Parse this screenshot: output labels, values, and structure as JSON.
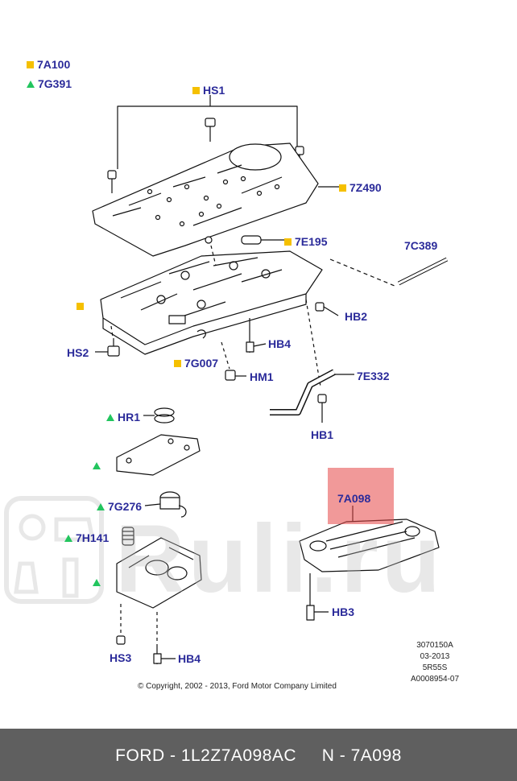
{
  "legend": {
    "square_code": "7A100",
    "triangle_code": "7G391"
  },
  "labels": {
    "hs1": "HS1",
    "z490": "7Z490",
    "e195": "7E195",
    "c389": "7C389",
    "hb2": "HB2",
    "hs2": "HS2",
    "hb4a": "HB4",
    "g007": "7G007",
    "hm1": "HM1",
    "e332": "7E332",
    "hb1": "HB1",
    "hr1": "HR1",
    "g276": "7G276",
    "h141": "7H141",
    "a098": "7A098",
    "hb3": "HB3",
    "hs3": "HS3",
    "hb4b": "HB4"
  },
  "meta_lines": [
    "3070150A",
    "03-2013",
    "5R55S",
    "A0008954-07"
  ],
  "copyright": "© Copyright, 2002 - 2013, Ford Motor Company Limited",
  "watermark": "Ruli.ru",
  "footer": "FORD - 1L2Z7A098AC     N - 7A098",
  "colors": {
    "label": "#2b2b9a",
    "square_marker": "#f5c000",
    "triangle_marker": "#22c55e",
    "highlight": "#e64646",
    "footer_bg": "#5f5f5f"
  }
}
